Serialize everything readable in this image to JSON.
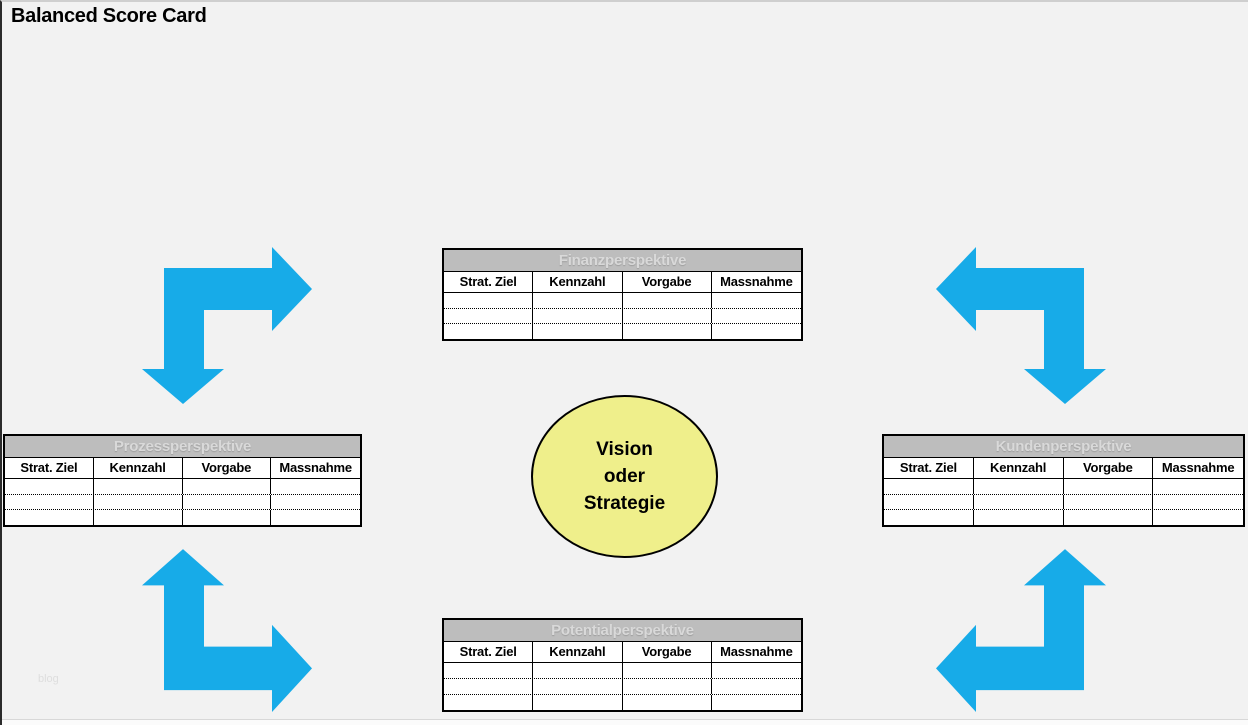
{
  "page": {
    "title": "Balanced Score Card",
    "watermark": "blog",
    "background": "#f2f2f2"
  },
  "colors": {
    "arrow": "#17abe8",
    "table_title_bg": "#bdbdbd",
    "table_title_text": "#d9d9d9",
    "table_border": "#000000",
    "circle_fill": "#efef8b",
    "circle_border": "#000000"
  },
  "center_circle": {
    "lines": [
      "Vision",
      "oder",
      "Strategie"
    ]
  },
  "tables": {
    "finanz": {
      "title": "Finanzperspektive",
      "columns": [
        "Strat. Ziel",
        "Kennzahl",
        "Vorgabe",
        "Massnahme"
      ],
      "rows": [
        [
          "",
          "",
          "",
          ""
        ],
        [
          "",
          "",
          "",
          ""
        ],
        [
          "",
          "",
          "",
          ""
        ]
      ]
    },
    "prozess": {
      "title": "Prozessperspektive",
      "columns": [
        "Strat. Ziel",
        "Kennzahl",
        "Vorgabe",
        "Massnahme"
      ],
      "rows": [
        [
          "",
          "",
          "",
          ""
        ],
        [
          "",
          "",
          "",
          ""
        ],
        [
          "",
          "",
          "",
          ""
        ]
      ]
    },
    "kunden": {
      "title": "Kundenperspektive",
      "columns": [
        "Strat. Ziel",
        "Kennzahl",
        "Vorgabe",
        "Massnahme"
      ],
      "rows": [
        [
          "",
          "",
          "",
          ""
        ],
        [
          "",
          "",
          "",
          ""
        ],
        [
          "",
          "",
          "",
          ""
        ]
      ]
    },
    "potential": {
      "title": "Potentialperspektive",
      "columns": [
        "Strat. Ziel",
        "Kennzahl",
        "Vorgabe",
        "Massnahme"
      ],
      "rows": [
        [
          "",
          "",
          "",
          ""
        ],
        [
          "",
          "",
          "",
          ""
        ],
        [
          "",
          "",
          "",
          ""
        ]
      ]
    }
  },
  "arrows": [
    {
      "name": "top-left",
      "heads": [
        "right",
        "down"
      ]
    },
    {
      "name": "top-right",
      "heads": [
        "left",
        "down"
      ]
    },
    {
      "name": "bottom-left",
      "heads": [
        "up",
        "right"
      ]
    },
    {
      "name": "bottom-right",
      "heads": [
        "up",
        "left"
      ]
    }
  ]
}
